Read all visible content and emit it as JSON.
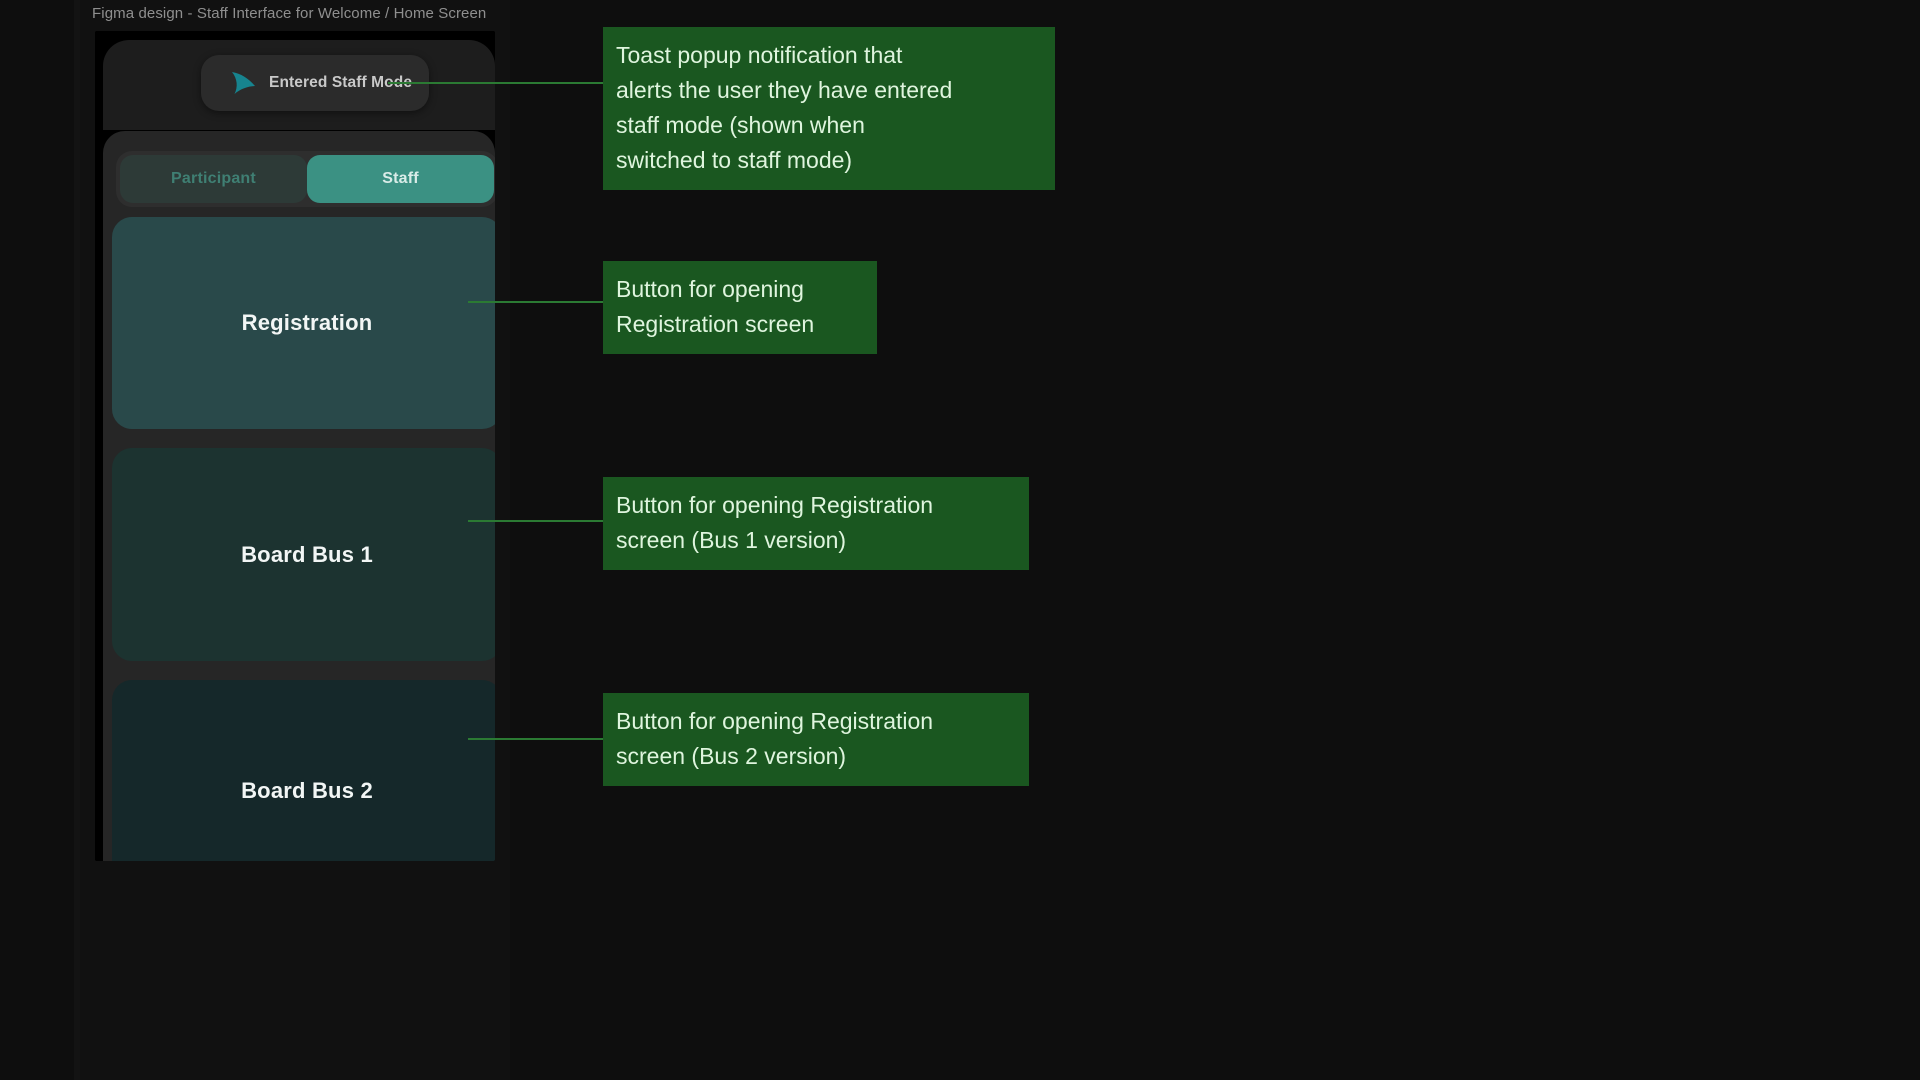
{
  "canvas": {
    "background": "#0e0e0e",
    "panel_background": "#111111"
  },
  "figma": {
    "frame_title": "Figma design - Staff Interface for Welcome / Home Screen"
  },
  "phone": {
    "toast": {
      "icon": "teal-swoosh-brand-icon",
      "icon_color": "#17848f",
      "label": "Entered Staff Mode"
    },
    "segmented_control": {
      "options": [
        {
          "label": "Participant",
          "active": false,
          "bg": "#2d3a37",
          "fg": "#3f7f73"
        },
        {
          "label": "Staff",
          "active": true,
          "bg": "#3b9183",
          "fg": "#d9ece8"
        }
      ],
      "selected": "Staff"
    },
    "cards": [
      {
        "label": "Registration",
        "bg": "#29494a"
      },
      {
        "label": "Board Bus 1",
        "bg": "#1c3330"
      },
      {
        "label": "Board Bus 2",
        "bg": "#15282a"
      }
    ]
  },
  "annotations": {
    "box_bg": "#1a5720",
    "box_fg": "#dff5de",
    "connector_color": "#2b7a33",
    "items": [
      {
        "id": "toast-note",
        "text": "Toast popup notification that\nalerts the user they have entered\nstaff mode (shown when\nswitched to staff mode)"
      },
      {
        "id": "registration-note",
        "text": "Button for opening\nRegistration screen"
      },
      {
        "id": "bus1-note",
        "text": "Button for opening Registration\nscreen (Bus 1 version)"
      },
      {
        "id": "bus2-note",
        "text": "Button for opening Registration\nscreen (Bus 2 version)"
      }
    ]
  }
}
